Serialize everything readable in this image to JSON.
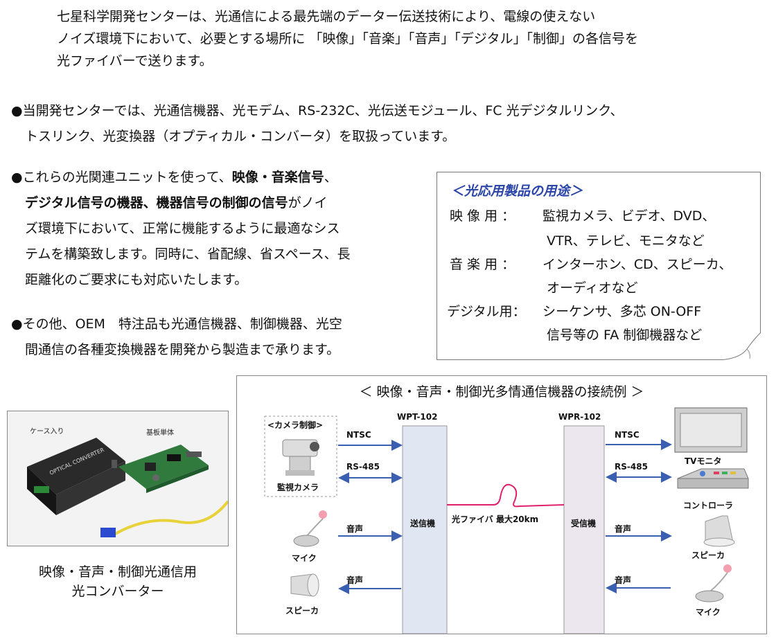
{
  "intro": {
    "lines": [
      "七星科学開発センターは、光通信による最先端のデーター伝送技術により、電線の使えない",
      "ノイズ環境下において、必要とする場所に 「映像」「音楽」「音声」「デジタル」「制御」の各信号を",
      "光ファイバーで送ります。"
    ]
  },
  "bullet1": {
    "lines": [
      "●当開発センターでは、光通信機器、光モデム、RS-232C、光伝送モジュール、FC 光デジタルリンク、",
      "トスリンク、光変換器（オプティカル・コンバータ）を取扱っています。"
    ]
  },
  "bullet2": {
    "l1a": "●これらの光関連ユニットを使って、",
    "l1b": "映像・音楽信号",
    "l1c": "、",
    "l2a": "デジタル信号の機器、機器信号の制御の信号",
    "l2b": "がノイ",
    "l3": "ズ環境下において、正常に機能するように最適なシス",
    "l4": "テムを構築致します。同時に、省配線、省スペース、長",
    "l5": "距離化のご要求にも対応いたします。"
  },
  "bullet3": {
    "lines": [
      "●その他、OEM　特注品も光通信機器、制御機器、光空",
      "間通信の各種変換機器を開発から製造まで承ります。"
    ]
  },
  "usage": {
    "title": "＜光応用製品の用途＞",
    "video_label": "映 像 用 ：",
    "video_1": "監視カメラ、ビデオ、DVD、",
    "video_2": "VTR、テレビ、モニタなど",
    "music_label": "音 楽 用 ：",
    "music_1": "インターホン、CD、スピーカ、",
    "music_2": "オーディオなど",
    "digital_label": "デジタル用：",
    "digital_1": "シーケンサ、多芯 ON-OFF",
    "digital_2": "信号等の FA 制御機器など"
  },
  "photo": {
    "label_case": "ケース入り",
    "label_board": "基板単体",
    "device_text": "OPTICAL CONVERTER"
  },
  "caption": {
    "line1": "映像・音声・制御光通信用",
    "line2": "光コンバーター"
  },
  "diagram": {
    "title": "＜ 映像・音声・制御光多情通信機器の接続例 ＞",
    "tx_model": "WPT-102",
    "rx_model": "WPR-102",
    "tx_label": "送信機",
    "rx_label": "受信機",
    "fiber_label": "光ファイバ 最大20km",
    "camera_ctrl": "<カメラ制御>",
    "camera": "監視カメラ",
    "mic": "マイク",
    "speaker": "スピーカ",
    "tv": "TVモニタ",
    "controller": "コントローラ",
    "ntsc": "NTSC",
    "rs485": "RS-485",
    "audio": "音声"
  },
  "colors": {
    "accent": "#2b46a8",
    "arrow": "#3a5fb0",
    "fiber": "#e0206a"
  }
}
